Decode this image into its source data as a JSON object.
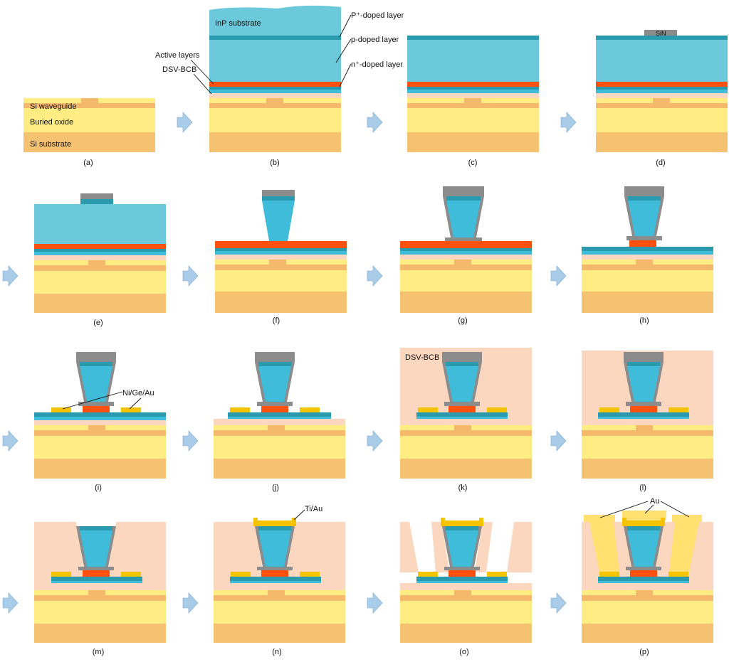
{
  "figure": {
    "panel_captions": [
      "(a)",
      "(b)",
      "(c)",
      "(d)",
      "(e)",
      "(f)",
      "(g)",
      "(h)",
      "(i)",
      "(j)",
      "(k)",
      "(l)",
      "(m)",
      "(n)",
      "(o)",
      "(p)"
    ],
    "labels": {
      "si_waveguide": "Si waveguide",
      "buried_oxide": "Buried oxide",
      "si_substrate": "Si substrate",
      "inp_substrate": "InP substrate",
      "p_plus_layer": "P⁺-doped layer",
      "p_layer": "p-doped layer",
      "n_plus_layer": "n⁺-doped layer",
      "active_layers": "Active layers",
      "dsv_bcb": "DSV-BCB",
      "sin": "SiN",
      "ni_ge_au": "Ni/Ge/Au",
      "dsv_bcb_k": "DSV-BCB",
      "ti_au": "Ti/Au",
      "au": "Au"
    },
    "arrow_icon": "right-arrow-icon",
    "colors": {
      "si_substrate": "#F5C272",
      "buried_oxide": "#FFEC82",
      "si_waveguide": "#F5B96E",
      "bcb": "#FBD7BF",
      "inp": "#6CC9DC",
      "inp_etched": "#3FBCDA",
      "p_plus": "#2A9BAF",
      "active": "#FF5010",
      "n_contact_layer": "#22A3BC",
      "sin": "#8C8C8C",
      "metal_nigeau": "#F5C400",
      "metal_tiau": "#F6C300",
      "au_fill": "#FFE070",
      "arrow": "#A9CCE8"
    }
  }
}
